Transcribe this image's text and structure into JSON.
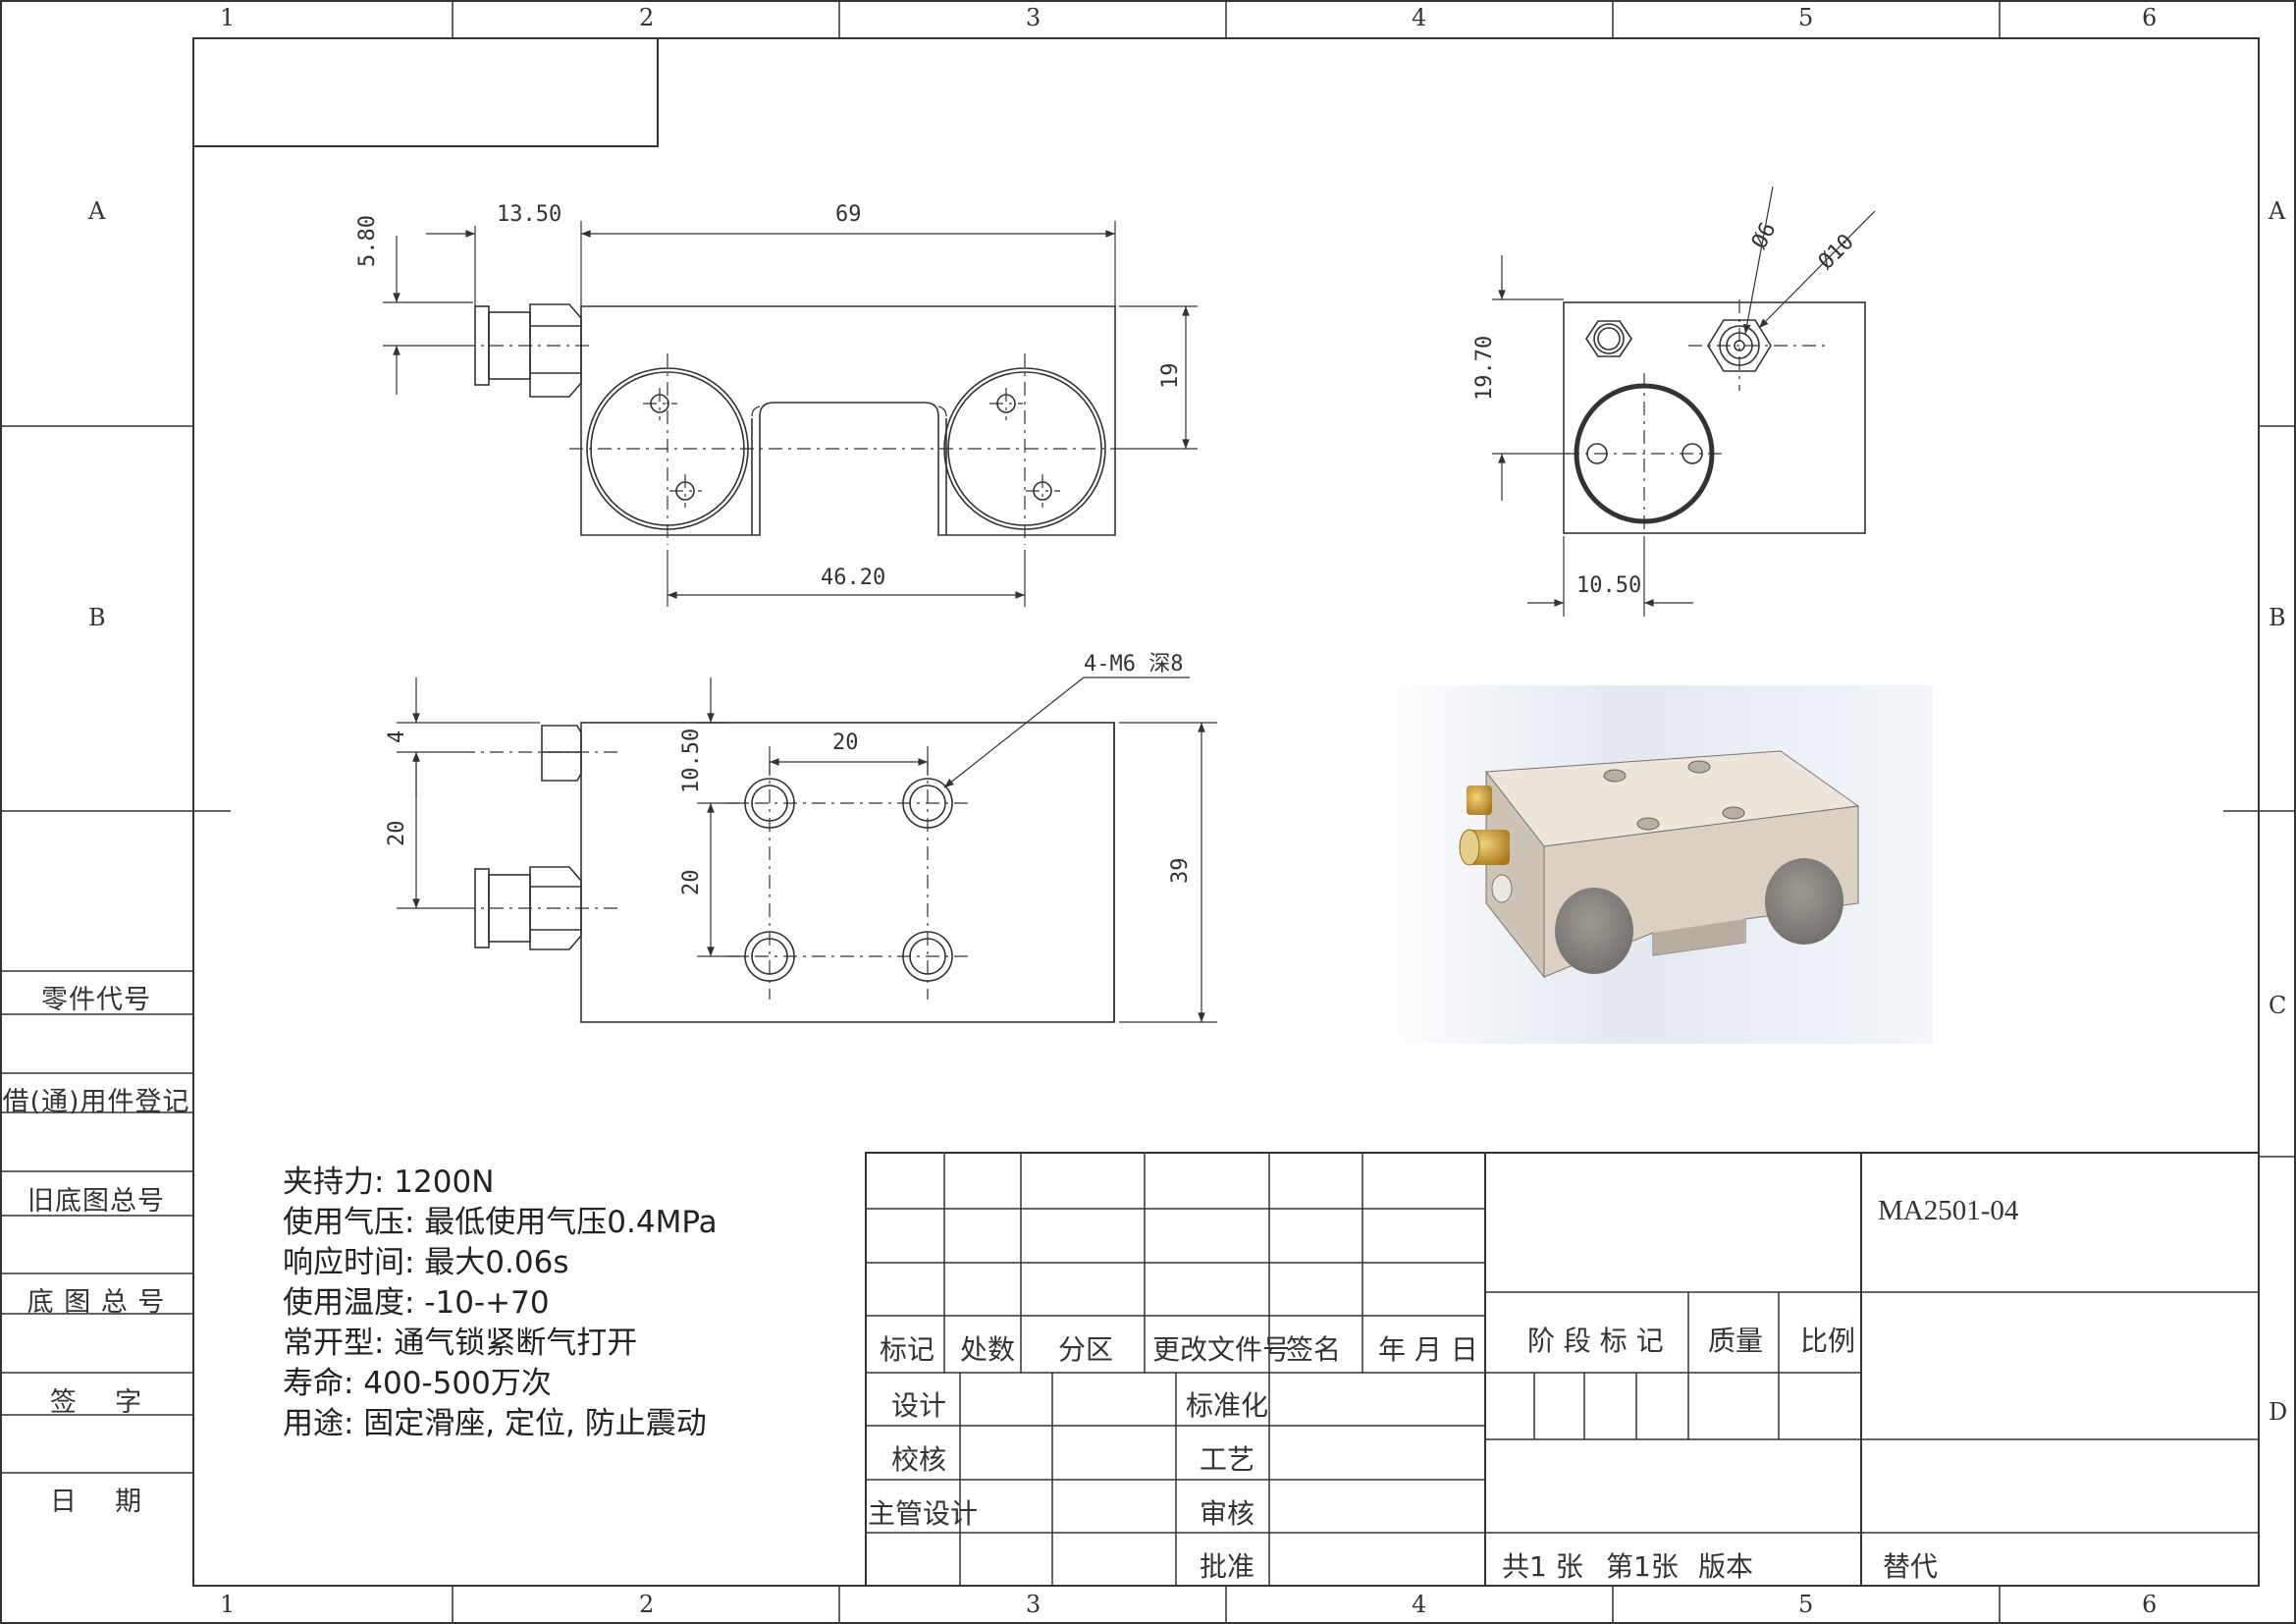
{
  "zones": {
    "columns": [
      "1",
      "2",
      "3",
      "4",
      "5",
      "6"
    ],
    "rows": [
      "A",
      "B",
      "C",
      "D"
    ]
  },
  "side_panel": {
    "labels": [
      "零件代号",
      "借(通)用件登记",
      "旧底图总号",
      "底 图 总 号",
      "签    字",
      "日    期"
    ]
  },
  "dimensions": {
    "front_offset": "5.80",
    "fitting_length": "13.50",
    "body_length": "69",
    "body_height": "19",
    "pad_spacing": "46.20",
    "side_height": "19.70",
    "side_offset": "10.50",
    "dia_small": "Ø6",
    "dia_large": "Ø10",
    "top_fitting_offset": "4",
    "top_fitting_pitch": "20",
    "hole_offset_y": "10.50",
    "hole_pitch_x": "20",
    "hole_pitch_y": "20",
    "body_width": "39",
    "hole_callout": "4-M6 深8"
  },
  "specs": [
    "夹持力: 1200N",
    "使用气压: 最低使用气压0.4MPa",
    "响应时间: 最大0.06s",
    "使用温度: -10-+70",
    "常开型: 通气锁紧断气打开",
    "寿命: 400-500万次",
    "用途: 固定滑座, 定位, 防止震动"
  ],
  "title_block": {
    "drawing_no": "MA2501-04",
    "rev_headers": [
      "标记",
      "处数",
      "分区",
      "更改文件号",
      "签名",
      "年 月 日"
    ],
    "sign_left": [
      "设计",
      "校核",
      "主管设计"
    ],
    "sign_right": [
      "标准化",
      "工艺",
      "审核",
      "批准"
    ],
    "stage_label": "阶 段 标 记",
    "mass_label": "质量",
    "scale_label": "比例",
    "sheets_total": "共1 张",
    "sheet_no": "第1张",
    "version": "版本",
    "replace": "替代"
  },
  "colors": {
    "line": "#333333",
    "render_body": "#ddd3c6",
    "render_pad": "#8a8580",
    "render_fitting": "#c89a2e",
    "render_bg": "#e4e9f2"
  }
}
